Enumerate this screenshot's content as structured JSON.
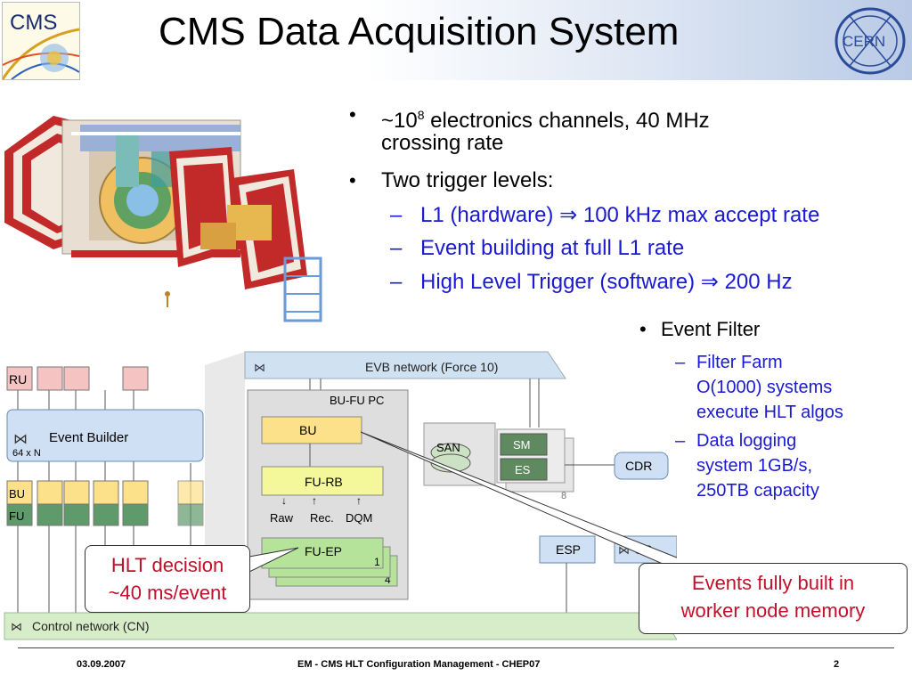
{
  "slide": {
    "title": "CMS Data Acquisition System",
    "logos": {
      "left": "CMS",
      "right": "CERN"
    }
  },
  "bullets": {
    "b1_prefix": "~10",
    "b1_sup": "8",
    "b1_line1_rest": " electronics channels, 40 MHz",
    "b1_line2": "crossing rate",
    "b2": "Two trigger levels:",
    "sub": [
      {
        "text_before": "L1 (hardware) ",
        "arrow": "⇒",
        "text_after": " 100 kHz max accept rate"
      },
      {
        "text": "Event building at full L1 rate"
      },
      {
        "text_before": "High Level Trigger (software) ",
        "arrow": "⇒",
        "text_after": " 200 Hz"
      }
    ],
    "dash": "–",
    "bullet_char": "•"
  },
  "event_filter": {
    "heading": "Event Filter",
    "items": [
      {
        "lines": [
          "Filter Farm",
          "O(1000) systems",
          "execute HLT algos"
        ]
      },
      {
        "lines": [
          "Data logging",
          "system 1GB/s,",
          "250TB capacity"
        ]
      }
    ]
  },
  "diagram": {
    "evb_network": "EVB network (Force 10)",
    "control_network": "Control network (CN)",
    "ru": "RU",
    "event_builder": "Event Builder",
    "event_builder_count": "64 x N",
    "bu": "BU",
    "fu": "FU",
    "bu_fu_pc": "BU-FU PC",
    "bu_box": "BU",
    "fu_rb": "FU-RB",
    "raw": "Raw",
    "rec": "Rec.",
    "dqm": "DQM",
    "fu_ep": "FU-EP",
    "ep_index_front": "1",
    "ep_index_back": "4",
    "san": "SAN",
    "sm": "SM",
    "es": "ES",
    "sm_count": "8",
    "cdr": "CDR",
    "esp": "ESP",
    "gp_partial": "GP"
  },
  "callouts": {
    "hlt_line1": "HLT decision",
    "hlt_line2": "~40 ms/event",
    "events_line1": "Events fully built in",
    "events_line2": "worker node memory"
  },
  "footer": {
    "date": "03.09.2007",
    "center": "EM - CMS HLT Configuration Management - CHEP07",
    "page": "2"
  },
  "colors": {
    "subbullet": "#1a1ad0",
    "callout_text": "#c0102a",
    "ru_fill": "#f6c3c3",
    "event_builder_fill": "#cfe0f4",
    "bu_fill": "#fde08a",
    "fu_fill": "#5e9a6a",
    "fu_rb_fill": "#f4f89a",
    "fu_ep_fill": "#b6e39a",
    "sm_fill": "#5f8a60",
    "network_bar": "#cfe0f0",
    "control_bar": "#d7ecc9"
  }
}
